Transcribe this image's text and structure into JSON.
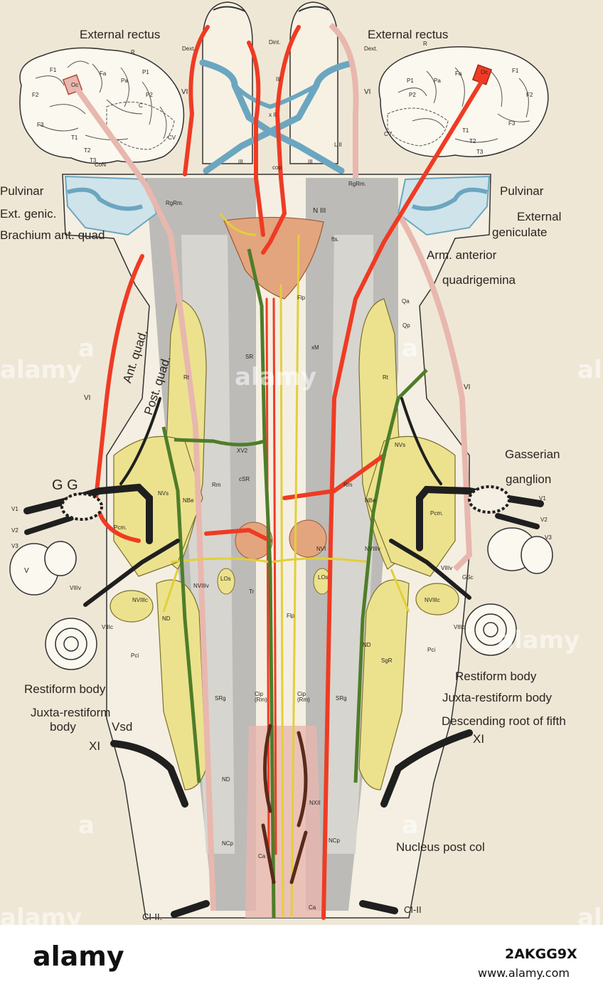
{
  "colors": {
    "background": "#efe7d6",
    "nerve_red": "#ef3b24",
    "vessel_blue": "#6ba6c0",
    "nucleus_yellow": "#ece28e",
    "tract_grey": "#9a9a9a",
    "fibre_green": "#4f7d2a",
    "root_black": "#1f1f1f",
    "pink_tract": "#e8b7ae"
  },
  "labels": {
    "ext_rectus_left": "External rectus",
    "ext_rectus_right": "External rectus",
    "pulvinar_left": "Pulvinar",
    "pulvinar_right": "Pulvinar",
    "ext_genic": "Ext. genic.",
    "brachium": "Brachium ant. quad",
    "external_geniculate_1": "External",
    "external_geniculate_2": "geniculate",
    "arm_anterior": "Arm. anterior",
    "quadrigemina": "quadrigemina",
    "ant_quad": "Ant. quad.",
    "post_quad": "Post. quad.",
    "gasserian_1": "Gasserian",
    "gasserian_2": "ganglion",
    "gg": "G G",
    "restiform_left": "Restiform body",
    "juxta_left_1": "Juxta-restiform",
    "juxta_left_2": "body",
    "vsd": "Vsd",
    "xi_left": "XI",
    "xi_right": "XI",
    "restiform_right": "Restiform body",
    "juxta_right": "Juxta-restiform body",
    "descending_root": "Descending root of fifth",
    "nucleus_post_col": "Nucleus post col",
    "cl_left": "CI-II.",
    "cl_right": "CI-II",
    "vi_left_upper": "VI",
    "vi_left_lower": "VI",
    "vi_right_upper": "VI",
    "vi_right_lower": "VI"
  },
  "small_labels": {
    "dext_left": "Dext.",
    "dint": "Dint.",
    "dext_right": "Dext.",
    "r_left": "R",
    "r_right": "R",
    "iii_center": "III",
    "xii": "x II",
    "iii_left": "III.",
    "iii_right": "III",
    "ll": "L II",
    "cop": "cop",
    "rgrm_left": "RgRm.",
    "rgrm_right": "RgRm.",
    "n3": "N III",
    "fts": "fts.",
    "flp_upper": "Flp",
    "sr": "SR",
    "xm": "xM",
    "rt_left": "Rt",
    "rt_right": "Rt",
    "qa": "Qa",
    "qp": "Qp",
    "nvs_left": "NVs",
    "nvs_right": "NVs",
    "xv2": "XV2",
    "csr": "cSR",
    "rm_left": "Rm",
    "rm_right": "Rm",
    "nbe_left": "NBe",
    "nbe_right": "NBe",
    "pcm_left": "Pcm.",
    "pcm_right": "Pcm.",
    "nvi": "NVI",
    "nviiiv_left": "NVIIIv",
    "nviiiv_right": "NVIIIv",
    "los_left": "LOs",
    "los_right": "LOs",
    "tr": "Tr",
    "nviiic_left": "NVIIIc",
    "nviiic_right": "NVIIIc",
    "viiiv_left": "VIIIv",
    "viiiv_right": "VIIIv",
    "viiic_left": "VIIIc",
    "viiic_right": "VIIIc",
    "nd_left": "ND",
    "nd_right": "ND",
    "gsc": "GSc",
    "v_ear": "V",
    "flp_lower": "Flp",
    "pci_left": "Pci",
    "pci_right": "Pci",
    "sgr": "SgR",
    "srg_left": "SRg",
    "srg_right": "SRg",
    "cip_left": "Cip (Rm)",
    "cip_right": "Cip (Rm)",
    "nxii": "NXII",
    "ndl": "ND",
    "ncp_left": "NCp",
    "ncp_right": "NCp",
    "ca_left": "Ca",
    "ca_right": "Ca",
    "v1_left": "V1",
    "v2_left": "V2",
    "v3_left": "V3",
    "v1_right": "V1",
    "v2_right": "V2",
    "v3_right": "V3",
    "con": "CoN",
    "cv_left": "CV",
    "cv_right": "CV"
  },
  "brain_labels": {
    "f1": "F1",
    "f2": "F2",
    "f3": "F3",
    "fa": "Fa",
    "pa": "Pa",
    "p1": "P1",
    "p2": "P2",
    "t1": "T1",
    "t2": "T2",
    "t3": "T3",
    "oc": "Oc",
    "c": "C"
  },
  "watermark": {
    "brand": "a",
    "tiles": [
      "alamy",
      "alamy",
      "alamy",
      "alamy",
      "alamy",
      "alamy"
    ]
  },
  "footer": {
    "brand": "alamy",
    "image_id": "2AKGG9X",
    "site": "www.alamy.com"
  }
}
